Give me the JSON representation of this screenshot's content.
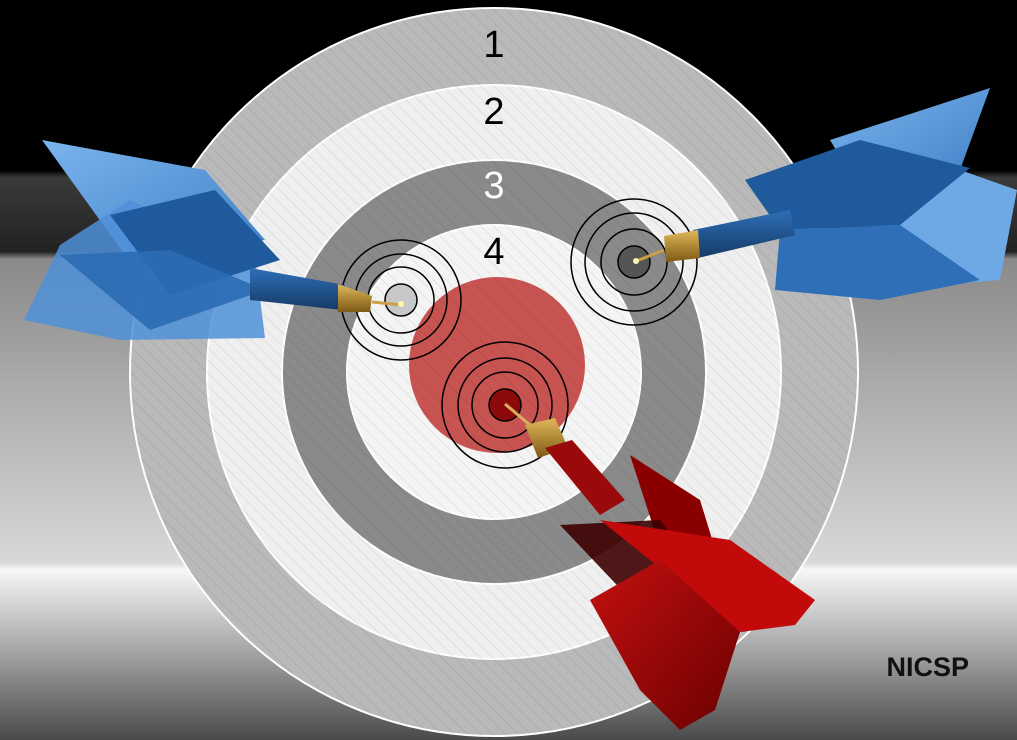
{
  "target": {
    "ring_labels": [
      "1",
      "2",
      "3",
      "4"
    ]
  },
  "colors": {
    "ring_outer": "#b9b9b9",
    "ring_light": "#efefef",
    "ring_dark": "#8a8a8a",
    "ring_inner": "#f4f4f4",
    "bullseye": "#c85452",
    "blue_dart": "#1f5d9f",
    "blue_dart_light": "#79b3ec",
    "red_dart": "#9c0606",
    "brass": "#b88a2a"
  },
  "icons": {
    "left_dart": "blue-dart-icon",
    "right_dart": "blue-dart-icon",
    "center_dart": "red-dart-icon"
  },
  "brand": {
    "text": "NICSP"
  }
}
